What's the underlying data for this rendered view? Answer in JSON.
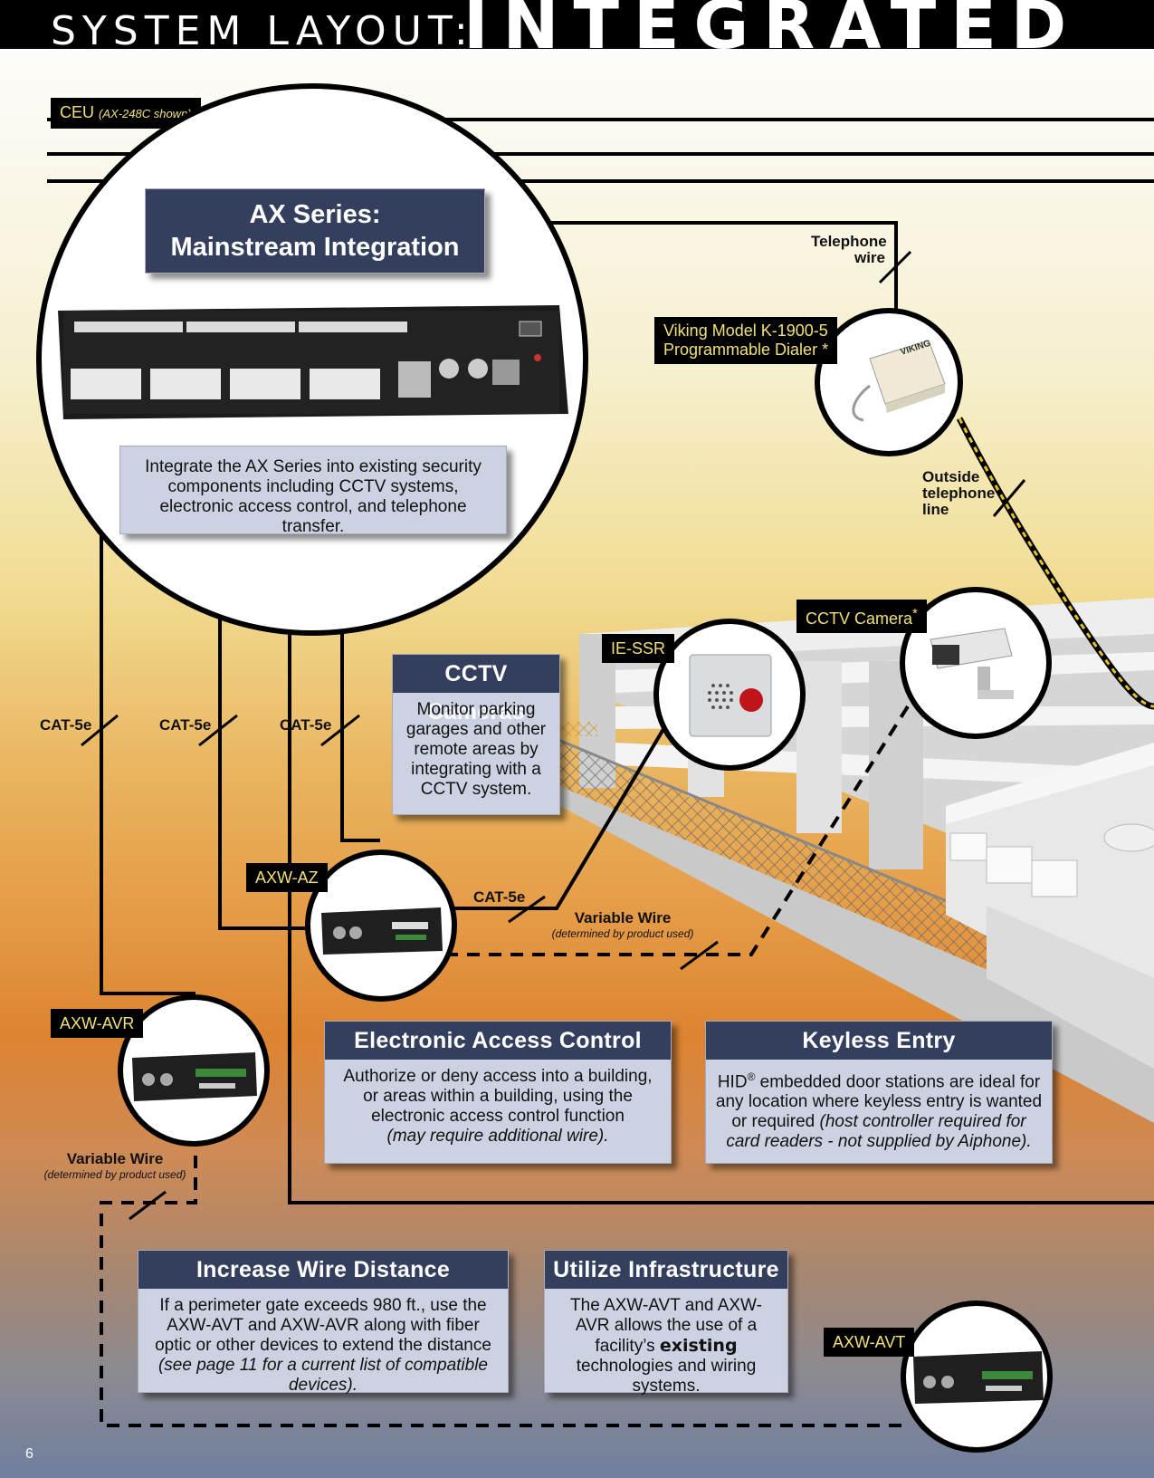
{
  "header": {
    "title_light": "SYSTEM LAYOUT:",
    "title_bold": "INTEGRATED"
  },
  "ceu": {
    "label": "CEU",
    "note": "(AX-248C shown)"
  },
  "ax_series": {
    "title_line1": "AX Series:",
    "title_line2": "Mainstream Integration",
    "description": "Integrate the AX Series into existing security components including CCTV systems, electronic access control, and telephone transfer."
  },
  "telephone_wire": {
    "line1": "Telephone",
    "line2": "wire"
  },
  "dialer": {
    "line1": "Viking Model K-1900-5",
    "line2": "Programmable Dialer",
    "asterisk": "*"
  },
  "outside_line": {
    "line1": "Outside",
    "line2": "telephone",
    "line3": "line"
  },
  "cctv_camera_tag": {
    "label": "CCTV Camera",
    "asterisk": "*"
  },
  "ie_ssr_tag": "IE-SSR",
  "cat5e": [
    "CAT-5e",
    "CAT-5e",
    "CAT-5e",
    "CAT-5e"
  ],
  "cctv_box": {
    "title": "CCTV Cameras",
    "body": "Monitor parking garages and other remote areas by integrating with a CCTV system."
  },
  "axw_az_tag": "AXW-AZ",
  "variable_wire_1": {
    "title": "Variable Wire",
    "note": "(determined by product used)"
  },
  "axw_avr_tag": "AXW-AVR",
  "variable_wire_2": {
    "title": "Variable Wire",
    "note": "(determined by product used)"
  },
  "access_box": {
    "title": "Electronic Access Control",
    "body": "Authorize or deny access into a building, or areas within a building, using the electronic access control function",
    "note": "(may require additional wire)."
  },
  "keyless_box": {
    "title": "Keyless Entry",
    "body_a": "HID",
    "body_reg": "®",
    "body_b": " embedded door stations are ideal for any location where keyless entry is wanted or required ",
    "note": "(host controller required for card readers - not supplied by Aiphone)."
  },
  "distance_box": {
    "title": "Increase Wire Distance",
    "body": "If a perimeter gate exceeds 980 ft., use the AXW-AVT and AXW-AVR along with fiber optic or other devices to extend the distance",
    "note": "(see page 11 for a current list of compatible devices)."
  },
  "infra_box": {
    "title": "Utilize Infrastructure",
    "body_a": "The AXW-AVT and AXW-AVR allows the use of a facility’s ",
    "body_bold": "existing",
    "body_b": " technologies and wiring systems."
  },
  "axw_avt_tag": "AXW-AVT",
  "page_number": "6",
  "colors": {
    "header": "#000000",
    "box_header": "#343f5e",
    "box_body": "#ccd2e2",
    "tag_text": "#f0e07a"
  }
}
